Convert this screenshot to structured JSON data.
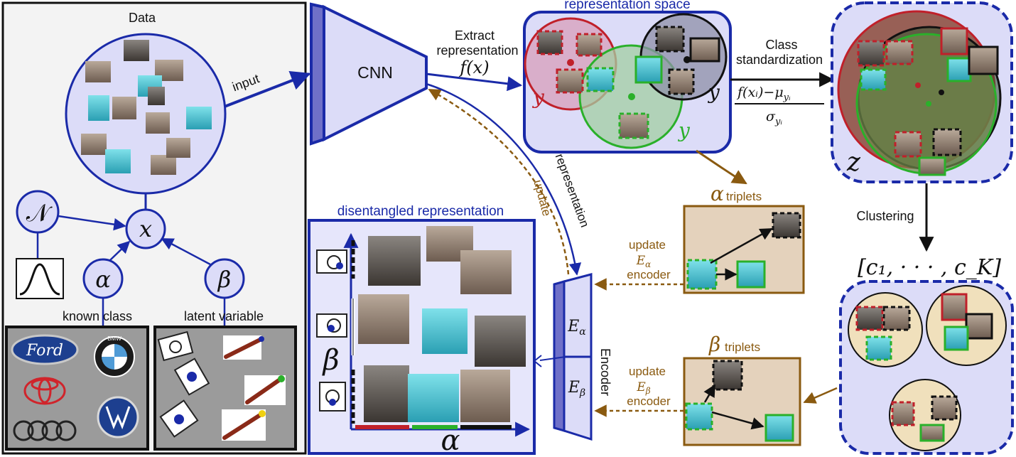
{
  "data_panel": {
    "title": "Data",
    "input_label": "input",
    "node_x": "x",
    "node_n": "𝒩",
    "node_alpha": "α",
    "node_beta": "β",
    "known_class_label": "known class",
    "latent_variable_label": "latent variable",
    "brands": [
      "Ford",
      "BMW",
      "Toyota",
      "VW",
      "Audi"
    ]
  },
  "cnn": {
    "label": "CNN",
    "extract_label_1": "Extract",
    "extract_label_2": "representation",
    "fx": "f(x)"
  },
  "representation_space": {
    "title": "representation space",
    "y_red": "y",
    "y_black": "y",
    "y_green": "y"
  },
  "standardization": {
    "label_1": "Class",
    "label_2": "standardization",
    "numerator": "f(xᵢ)−μ",
    "numerator_sub": "yᵢ",
    "denominator": "σ",
    "denominator_sub": "yᵢ"
  },
  "z_space": {
    "label": "z"
  },
  "clustering": {
    "label": "Clustering",
    "result": "[c₁, · · · , c_K]"
  },
  "alpha_triplets": {
    "symbol": "α",
    "label": "triplets"
  },
  "beta_triplets": {
    "symbol": "β",
    "label": "triplets"
  },
  "update_alpha": {
    "line1": "update",
    "line2": "E",
    "line2_sub": "α",
    "line3": "encoder"
  },
  "update_beta": {
    "line1": "update",
    "line2": "E",
    "line2_sub": "β",
    "line3": "encoder"
  },
  "update_label": "update",
  "representation_label": "representation",
  "encoder": {
    "label": "Encoder",
    "e_alpha": "E",
    "e_alpha_sub": "α",
    "e_beta": "E",
    "e_beta_sub": "β"
  },
  "disentangled": {
    "title": "disentangled representation",
    "axis_beta": "β",
    "axis_alpha": "α"
  },
  "colors": {
    "blue": "#1a2aa8",
    "brown": "#8a5a10",
    "red": "#c0202a",
    "green": "#2ab02a",
    "black": "#111111",
    "panel_fill": "#e6e6fb",
    "triplet_fill": "#e4d2bc",
    "cluster_fill": "#f0e0bc"
  }
}
